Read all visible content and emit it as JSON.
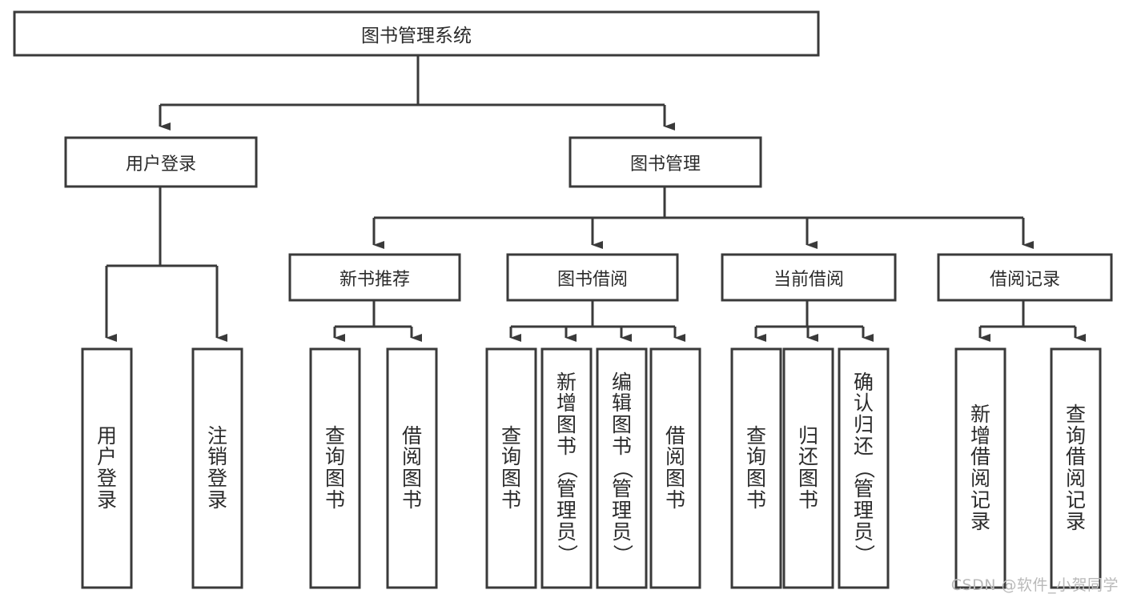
{
  "diagram": {
    "type": "tree-hierarchy",
    "title": "图书管理系统",
    "root": {
      "id": "root",
      "label": "图书管理系统",
      "orientation": "horizontal"
    },
    "level1": [
      {
        "id": "user-login",
        "label": "用户登录",
        "orientation": "horizontal"
      },
      {
        "id": "book-management",
        "label": "图书管理",
        "orientation": "horizontal"
      }
    ],
    "level2": [
      {
        "id": "new-book-recommend",
        "label": "新书推荐",
        "parent": "book-management",
        "orientation": "horizontal"
      },
      {
        "id": "book-borrow",
        "label": "图书借阅",
        "parent": "book-management",
        "orientation": "horizontal"
      },
      {
        "id": "current-borrow",
        "label": "当前借阅",
        "parent": "book-management",
        "orientation": "horizontal"
      },
      {
        "id": "borrow-record",
        "label": "借阅记录",
        "parent": "book-management",
        "orientation": "horizontal"
      }
    ],
    "leaves": [
      {
        "id": "leaf-user-login",
        "label": "用户登录",
        "parent": "user-login",
        "orientation": "vertical"
      },
      {
        "id": "leaf-logout-login",
        "label": "注销登录",
        "parent": "user-login",
        "orientation": "vertical"
      },
      {
        "id": "leaf-query-book-1",
        "label": "查询图书",
        "parent": "new-book-recommend",
        "orientation": "vertical"
      },
      {
        "id": "leaf-borrow-book-1",
        "label": "借阅图书",
        "parent": "new-book-recommend",
        "orientation": "vertical"
      },
      {
        "id": "leaf-query-book-2",
        "label": "查询图书",
        "parent": "book-borrow",
        "orientation": "vertical"
      },
      {
        "id": "leaf-add-book",
        "label": "新增图书（管理员）",
        "parent": "book-borrow",
        "orientation": "vertical"
      },
      {
        "id": "leaf-edit-book",
        "label": "编辑图书（管理员）",
        "parent": "book-borrow",
        "orientation": "vertical"
      },
      {
        "id": "leaf-borrow-book-2",
        "label": "借阅图书",
        "parent": "book-borrow",
        "orientation": "vertical"
      },
      {
        "id": "leaf-query-book-3",
        "label": "查询图书",
        "parent": "current-borrow",
        "orientation": "vertical"
      },
      {
        "id": "leaf-return-book",
        "label": "归还图书",
        "parent": "current-borrow",
        "orientation": "vertical"
      },
      {
        "id": "leaf-confirm-return",
        "label": "确认归还（管理员）",
        "parent": "current-borrow",
        "orientation": "vertical"
      },
      {
        "id": "leaf-add-record",
        "label": "新增借阅记录",
        "parent": "borrow-record",
        "orientation": "vertical"
      },
      {
        "id": "leaf-query-record",
        "label": "查询借阅记录",
        "parent": "borrow-record",
        "orientation": "vertical"
      }
    ],
    "colors": {
      "background": "#ffffff",
      "box_fill": "#ffffff",
      "box_stroke": "#3a3a3a",
      "text": "#2b2b2b",
      "watermark": "#b9b9b9"
    }
  },
  "watermark": {
    "text": "CSDN @软件_小贺同学"
  }
}
